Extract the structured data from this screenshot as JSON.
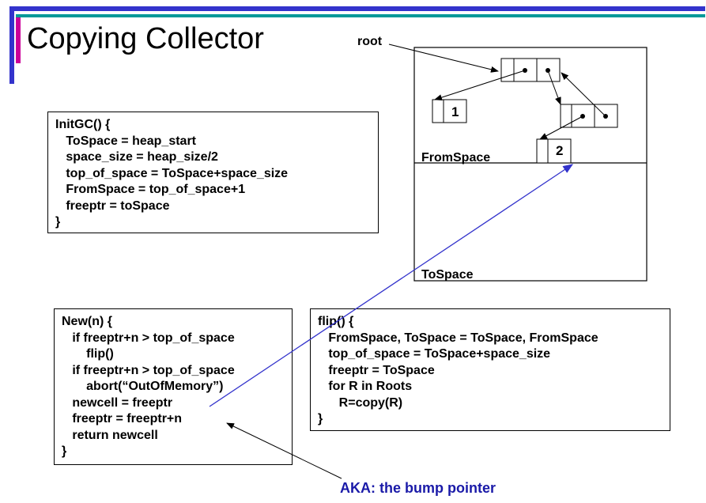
{
  "slide": {
    "title": "Copying Collector",
    "accent_colors": {
      "bar_blue": "#3333cc",
      "bar_magenta": "#cc0099",
      "bar_teal": "#009999",
      "arrow_blue": "#3333cc",
      "annotation": "#1a1aa8"
    }
  },
  "initgc": {
    "lines": [
      "InitGC() {",
      "   ToSpace = heap_start",
      "   space_size = heap_size/2",
      "   top_of_space = ToSpace+space_size",
      "   FromSpace = top_of_space+1",
      "   freeptr = toSpace",
      "}"
    ]
  },
  "newfn": {
    "lines": [
      "New(n) {",
      "   if freeptr+n > top_of_space",
      "       flip()",
      "   if freeptr+n > top_of_space",
      "       abort(“OutOfMemory”)",
      "   newcell = freeptr",
      "   freeptr = freeptr+n",
      "   return newcell",
      "}"
    ]
  },
  "flipfn": {
    "lines": [
      "flip() {",
      "   FromSpace, ToSpace = ToSpace, FromSpace",
      "   top_of_space = ToSpace+space_size",
      "   freeptr = ToSpace",
      "   for R in Roots",
      "      R=copy(R)",
      "}"
    ]
  },
  "heap": {
    "root_label": "root",
    "fromspace_label": "FromSpace",
    "tospace_label": "ToSpace",
    "cell_1": "1",
    "cell_2": "2"
  },
  "annotation": {
    "text": "AKA: the bump pointer"
  }
}
